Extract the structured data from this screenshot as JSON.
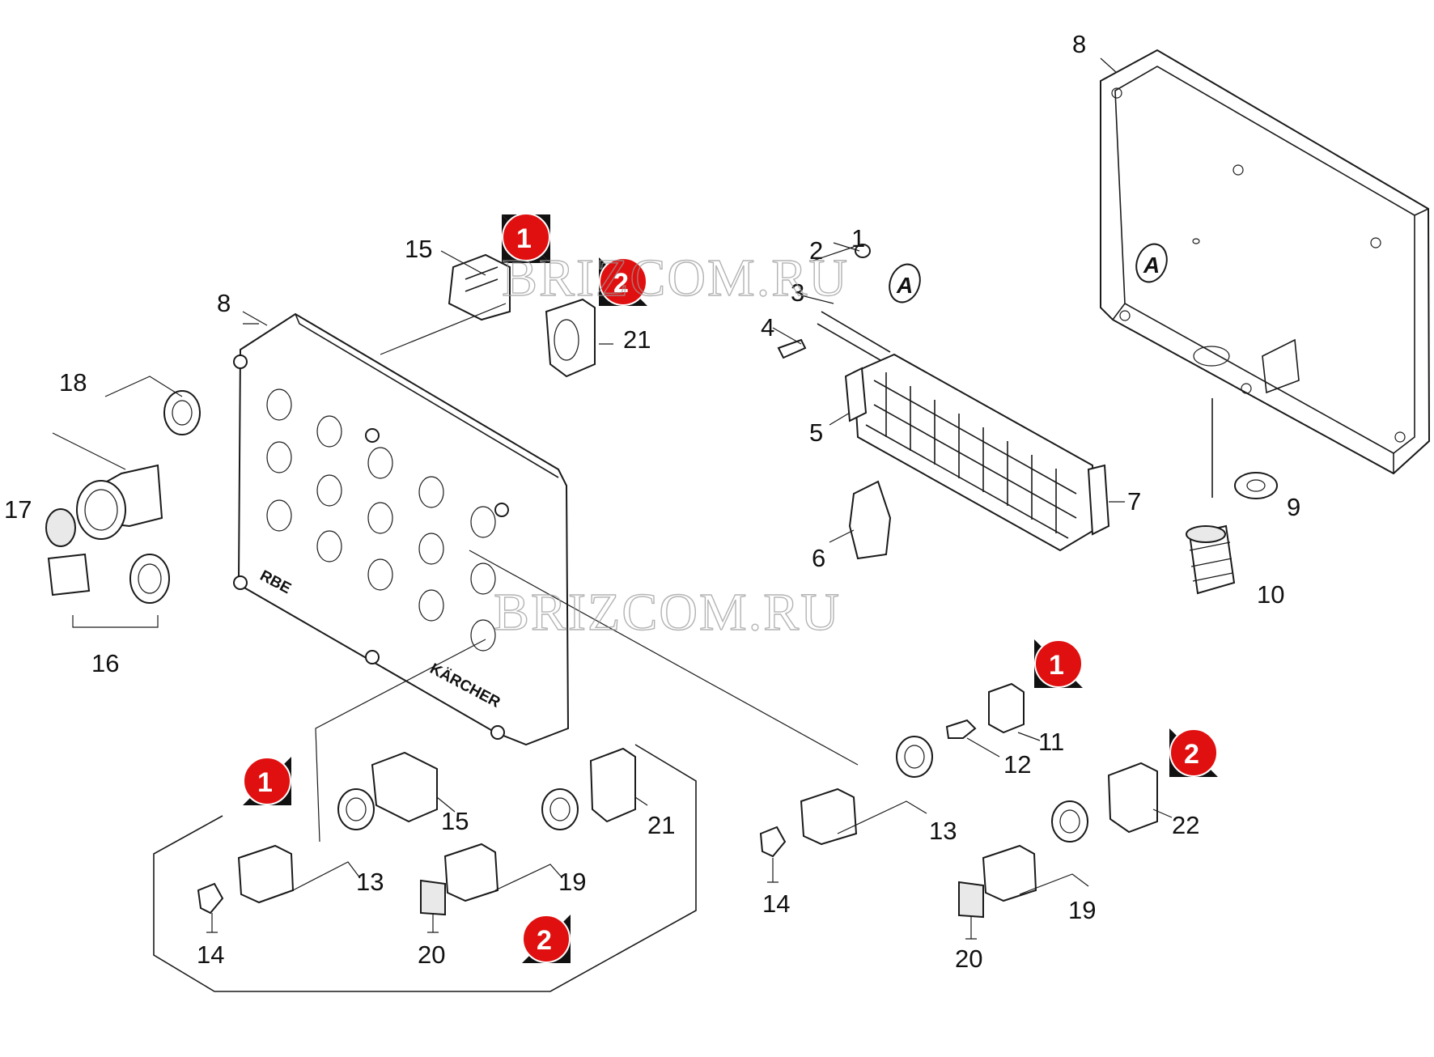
{
  "callouts": {
    "c1": "1",
    "c2": "2",
    "c3": "3",
    "c4": "4",
    "c5": "5",
    "c6": "6",
    "c7": "7",
    "c8": "8",
    "c9": "9",
    "c10": "10",
    "c11": "11",
    "c12": "12",
    "c13": "13",
    "c14": "14",
    "c15": "15",
    "c16": "16",
    "c17": "17",
    "c18": "18",
    "c19": "19",
    "c20": "20",
    "c21": "21",
    "c22": "22"
  },
  "badges": {
    "one": "1",
    "two": "2"
  },
  "reference_mark": "A",
  "panel_labels": {
    "brand": "KÄRCHER",
    "model": "RBE"
  },
  "watermark": "BRIZCOM.RU",
  "colors": {
    "badge_fill": "#e01010",
    "badge_shadow": "#111111",
    "line": "#1a1a1a"
  }
}
